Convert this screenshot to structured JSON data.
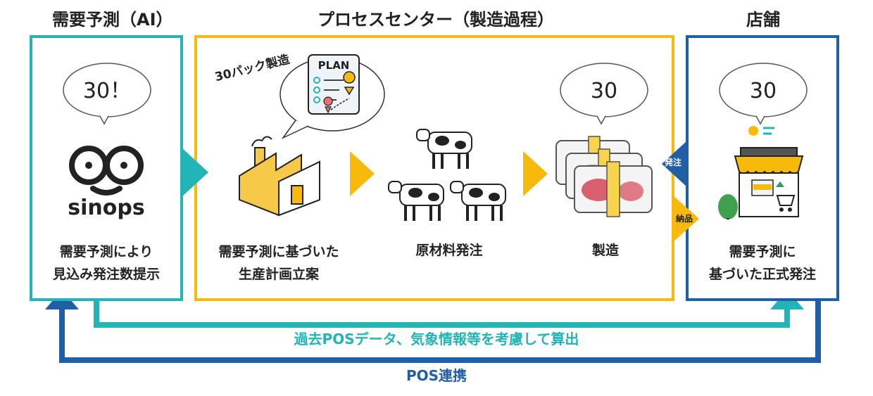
{
  "headings": {
    "ai": "需要予測（AI）",
    "process": "プロセスセンター（製造過程）",
    "store": "店舗"
  },
  "ai_panel": {
    "bubble": "30！",
    "logo_text": "sinops",
    "caption_line1": "需要予測により",
    "caption_line2": "見込み発注数提示"
  },
  "process_panel": {
    "plan_label": "30パック製造",
    "plan_doc_title": "PLAN",
    "step1_line1": "需要予測に基づいた",
    "step1_line2": "生産計画立案",
    "step2": "原材料発注",
    "step3_bubble": "30",
    "step3": "製造"
  },
  "store_panel": {
    "bubble": "30",
    "caption_line1": "需要予測に",
    "caption_line2": "基づいた正式発注"
  },
  "side_tags": {
    "order": "発注",
    "delivery": "納品"
  },
  "bottom_flows": {
    "teal": "過去POSデータ、気象情報等を考慮して算出",
    "blue": "POS連携"
  },
  "colors": {
    "teal": "#22b4b6",
    "yellow": "#f7b90a",
    "blue": "#1f5fa6"
  }
}
